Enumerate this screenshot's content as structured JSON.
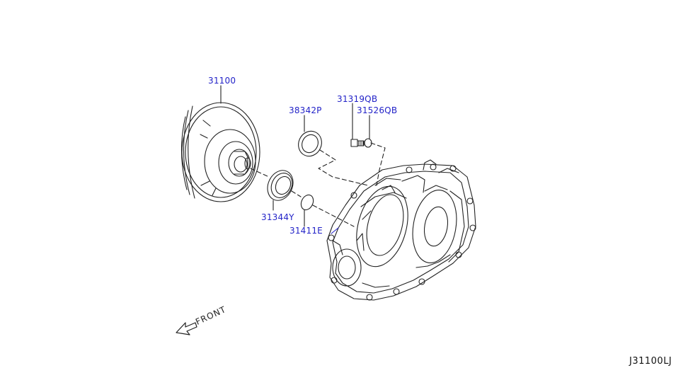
{
  "parts": {
    "torque_converter": "31100",
    "seal_ring": "38342P",
    "bolt": "31319QB",
    "washer": "31526QB",
    "oil_seal": "31344Y",
    "o_ring": "31411E"
  },
  "direction_label": "FRONT",
  "diagram_code": "J31100LJ",
  "colors": {
    "label": "#2323c8",
    "line": "#222222"
  }
}
